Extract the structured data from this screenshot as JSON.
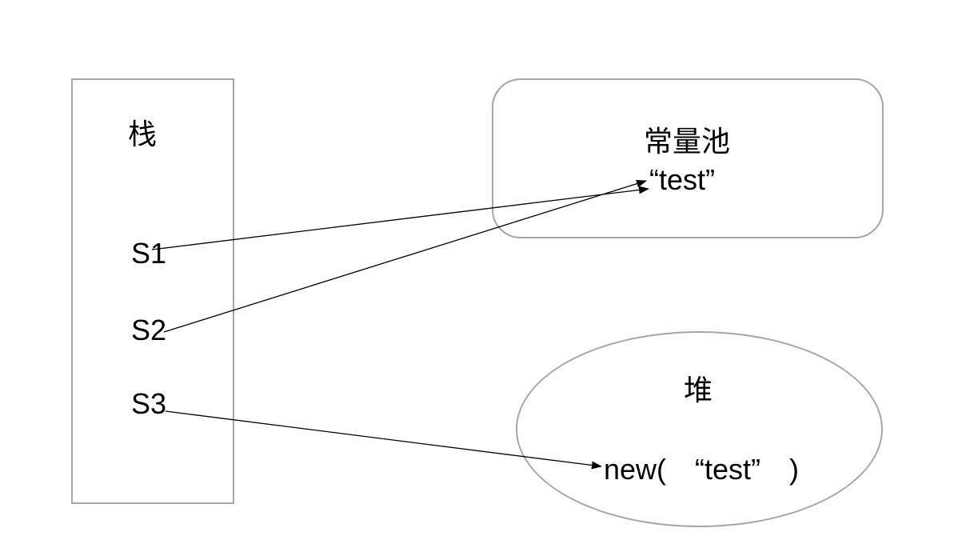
{
  "colors": {
    "background": "#ffffff",
    "shape_border": "#a6a6a6",
    "arrow": "#000000",
    "text": "#000000"
  },
  "stack": {
    "label": "栈",
    "variables": [
      "S1",
      "S2",
      "S3"
    ]
  },
  "constant_pool": {
    "label": "常量池",
    "value": "“test”"
  },
  "heap": {
    "label": "堆",
    "value": "new(　“test”　)"
  },
  "edges": [
    {
      "from": "S1",
      "to": "“test”",
      "target": "constant_pool"
    },
    {
      "from": "S2",
      "to": "“test”",
      "target": "constant_pool"
    },
    {
      "from": "S3",
      "to": "new(　“test”　)",
      "target": "heap"
    }
  ]
}
